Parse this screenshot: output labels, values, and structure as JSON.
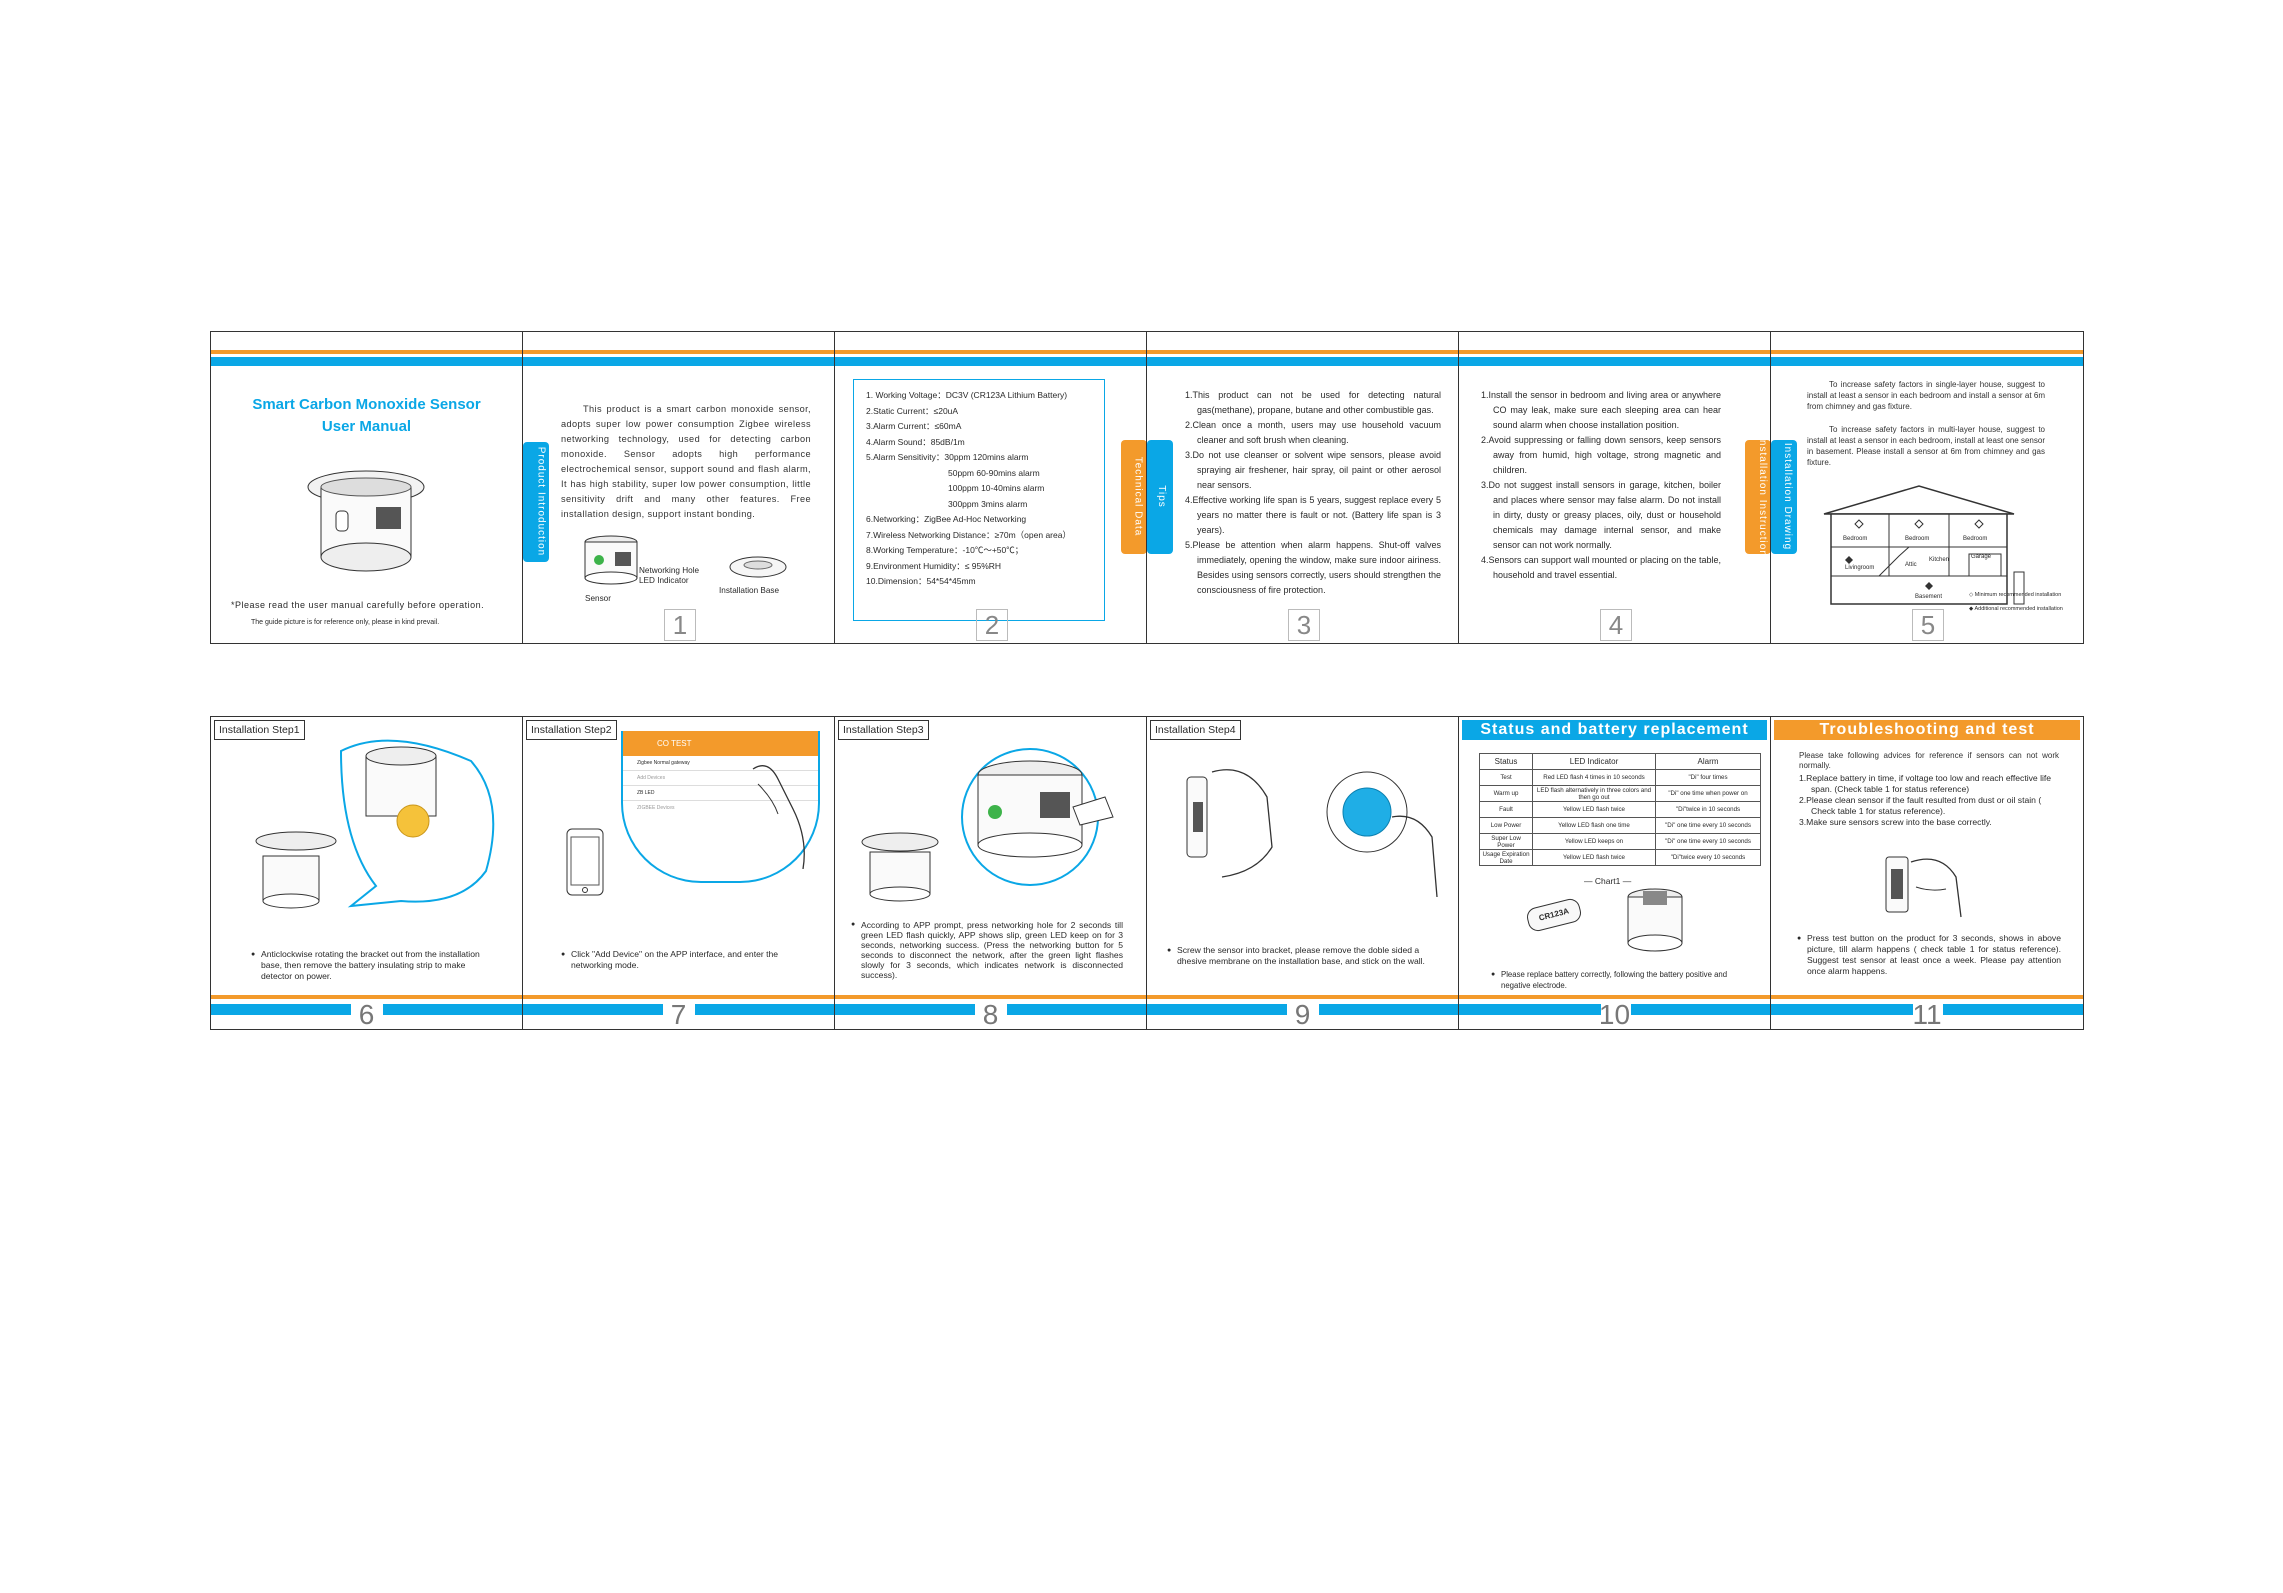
{
  "top": {
    "p0": {
      "title_line1": "Smart Carbon Monoxide Sensor",
      "title_line2": "User Manual",
      "note1": "*Please read the user manual carefully before operation.",
      "note2": "The guide picture is for reference only, please in kind prevail."
    },
    "p1": {
      "tab": "Product Introduction",
      "body": "This product is a smart carbon monoxide sensor, adopts super low power consumption Zigbee wireless networking technology, used for detecting carbon monoxide. Sensor adopts high performance electrochemical sensor, support sound and flash alarm, It has high stability, super low power consumption, little sensitivity drift and many other features. Free installation design, support instant bonding.",
      "label_hole": "Networking Hole",
      "label_led": "LED Indicator",
      "label_sensor": "Sensor",
      "label_base": "Installation Base",
      "num": "1"
    },
    "p2": {
      "tab": "Technical Data",
      "lines": [
        "1. Working Voltage：DC3V (CR123A   Lithium Battery)",
        "2.Static Current：≤20uA",
        "3.Alarm Current：≤60mA",
        "4.Alarm Sound：85dB/1m",
        "5.Alarm Sensitivity：30ppm 120mins alarm",
        "50ppm 60-90mins alarm",
        "100ppm 10-40mins alarm",
        "300ppm 3mins alarm",
        "6.Networking：ZigBee Ad-Hoc Networking",
        "7.Wireless Networking Distance：≥70m（open area）",
        "8.Working Temperature：-10℃～+50℃；",
        "9.Environment Humidity：≤ 95%RH",
        "10.Dimension：54*54*45mm"
      ],
      "num": "2"
    },
    "p3": {
      "tab": "Tips",
      "items": [
        "1.This product can not be used for detecting natural gas(methane), propane, butane and other combustible gas.",
        "2.Clean once a month, users may use household vacuum cleaner and soft brush when cleaning.",
        "3.Do not use cleanser or solvent wipe sensors, please avoid spraying air freshener, hair spray, oil paint or other aerosol near sensors.",
        "4.Effective working life span is 5 years, suggest replace every 5 years no matter there is fault or not. (Battery life span is 3 years).",
        "5.Please be attention when alarm happens. Shut-off valves immediately, opening the window, make sure indoor airiness. Besides using sensors correctly, users should strengthen the consciousness of fire protection."
      ],
      "num": "3"
    },
    "p4": {
      "tab": "Installation Instruction",
      "items": [
        "1.Install the sensor in bedroom and living area or anywhere CO may leak, make sure each sleeping area can hear sound alarm when choose installation position.",
        "2.Avoid suppressing or falling down sensors, keep sensors away from humid, high voltage, strong magnetic and children.",
        "3.Do not suggest install sensors in garage, kitchen, boiler and places where sensor may false alarm. Do not install in dirty, dusty or greasy places, oily, dust or household chemicals may damage internal sensor, and make sensor can not work normally.",
        "4.Sensors can support wall mounted or placing on the table, household and travel essential."
      ],
      "num": "4"
    },
    "p5": {
      "tab": "Installation Drawing",
      "para1": "To increase safety factors in single-layer house, suggest to install at least a sensor in each bedroom and install a sensor at 6m from chimney and gas fixture.",
      "para2": "To increase safety factors in multi-layer house, suggest to install at least a sensor in each bedroom, install at least one sensor in basement. Please install a sensor at 6m from chimney and gas fixture.",
      "rooms": [
        "Bedroom",
        "Bedroom",
        "Bedroom",
        "Livingroom",
        "Attic",
        "Kitchen",
        "Garage",
        "Basement"
      ],
      "legend1": "Minimum recommended installation",
      "legend2": "Additional recommended installation",
      "num": "5"
    }
  },
  "bottom": {
    "p0": {
      "step": "Installation Step1",
      "caption": "Anticlockwise rotating the bracket out from the installation base, then remove the battery insulating strip to make detector on power.",
      "num": "6"
    },
    "p1": {
      "step": "Installation Step2",
      "app_title": "CO TEST",
      "app_row1": "Zigbee Normal gateway",
      "app_row2": "Add Devices",
      "app_row3": "ZB LED",
      "app_row4": "ZIGBEE Devices",
      "caption": "Click \"Add Device\" on the APP interface, and enter the networking mode.",
      "num": "7"
    },
    "p2": {
      "step": "Installation Step3",
      "caption": "According to APP prompt, press networking hole for 2 seconds till green LED flash quickly, APP shows slip, green LED keep on for 3 seconds, networking success. (Press the networking button for 5 seconds to disconnect the network, after the green light flashes slowly for 3 seconds, which indicates network is disconnected success).",
      "num": "8"
    },
    "p3": {
      "step": "Installation Step4",
      "caption": "Screw the sensor into bracket, please remove the doble sided a dhesive membrane on the installation base, and stick on the wall.",
      "num": "9"
    },
    "p4": {
      "head": "Status and battery replacement",
      "table_headers": [
        "Status",
        "LED Indicator",
        "Alarm"
      ],
      "table_rows": [
        [
          "Test",
          "Red LED flash 4 times in 10 seconds",
          "\"Di\" four times"
        ],
        [
          "Warm up",
          "LED flash alternatively in three colors and then go out",
          "\"Di\" one time when power on"
        ],
        [
          "Fault",
          "Yellow LED flash twice",
          "\"Di\"twice in 10 seconds"
        ],
        [
          "Low Power",
          "Yellow LED flash one time",
          "\"Di\" one time every 10 seconds"
        ],
        [
          "Super Low Power",
          "Yellow LED keeps on",
          "\"Di\" one time every 10 seconds"
        ],
        [
          "Usage Expiration Date",
          "Yellow LED flash twice",
          "\"Di\"twice every 10 seconds"
        ]
      ],
      "chart_label": "Chart1",
      "battery": "CR123A",
      "caption": "Please replace battery correctly, following the battery positive and negative electrode.",
      "num": "10"
    },
    "p5": {
      "head": "Troubleshooting and test",
      "intro": "Please take following advices for reference if sensors can not work normally.",
      "items": [
        "1.Replace battery in time, if voltage too low and reach effective life span. (Check table 1 for status reference)",
        "2.Please clean sensor if the fault resulted from dust or oil stain ( Check table 1 for status reference).",
        "3.Make sure sensors screw into the base correctly."
      ],
      "caption": "Press test button on the product for 3 seconds, shows in above picture, till alarm happens ( check table 1 for status reference). Suggest test sensor at least once a week. Please pay attention once alarm happens.",
      "num": "11"
    }
  },
  "colors": {
    "blue": "#0aa7e6",
    "orange": "#f39a2b"
  }
}
